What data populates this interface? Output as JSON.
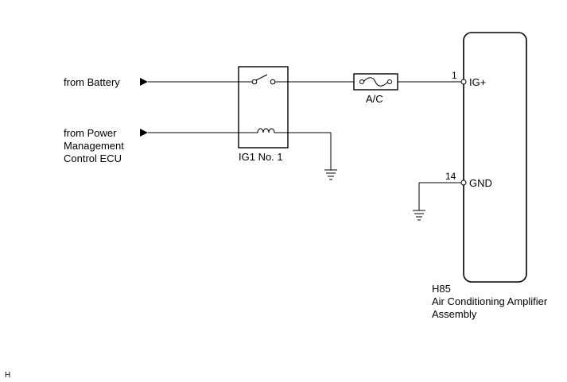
{
  "inputs": {
    "battery": "from Battery",
    "pm_line1": "from Power",
    "pm_line2": "Management",
    "pm_line3": "Control ECU"
  },
  "relay": {
    "label": "IG1 No. 1"
  },
  "fuse": {
    "label": "A/C"
  },
  "connector": {
    "pin_ig_number": "1",
    "pin_ig_name": "IG+",
    "pin_gnd_number": "14",
    "pin_gnd_name": "GND"
  },
  "component": {
    "code": "H85",
    "name_line1": "Air Conditioning Amplifier",
    "name_line2": "Assembly"
  },
  "corner_mark": "H"
}
